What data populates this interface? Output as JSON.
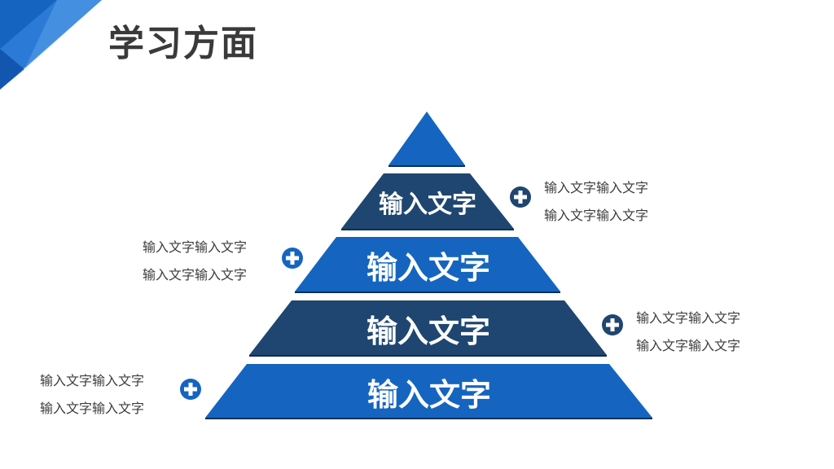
{
  "header": {
    "title": "学习方面",
    "accent_colors": [
      "#1565c0",
      "#2a7ad6",
      "#5aa0ea"
    ]
  },
  "pyramid": {
    "colors": {
      "bright_blue": "#1565c0",
      "dark_navy": "#1f4670"
    },
    "tiers": [
      {
        "label": "",
        "color": "#1565c0"
      },
      {
        "label": "输入文字",
        "color": "#1f4670"
      },
      {
        "label": "输入文字",
        "color": "#1565c0"
      },
      {
        "label": "输入文字",
        "color": "#1f4670"
      },
      {
        "label": "输入文字",
        "color": "#1565c0"
      }
    ]
  },
  "notes": [
    {
      "side": "right",
      "icon": "plus-circle-icon",
      "icon_color": "#1f4670",
      "lines": [
        "输入文字输入文字",
        "输入文字输入文字"
      ]
    },
    {
      "side": "left",
      "icon": "plus-circle-icon",
      "icon_color": "#1565c0",
      "lines": [
        "输入文字输入文字",
        "输入文字输入文字"
      ]
    },
    {
      "side": "right",
      "icon": "plus-circle-icon",
      "icon_color": "#1f4670",
      "lines": [
        "输入文字输入文字",
        "输入文字输入文字"
      ]
    },
    {
      "side": "left",
      "icon": "plus-circle-icon",
      "icon_color": "#1565c0",
      "lines": [
        "输入文字输入文字",
        "输入文字输入文字"
      ]
    }
  ]
}
